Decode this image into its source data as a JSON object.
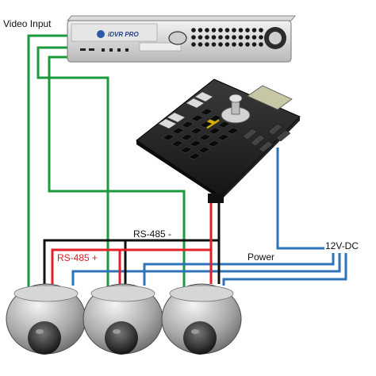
{
  "labels": {
    "video_input": "Video Input",
    "rs485_minus": "RS-485 -",
    "rs485_plus": "RS-485 +",
    "power": "Power",
    "supply": "12V-DC"
  },
  "dvr": {
    "brand": "iDVR PRO"
  },
  "wire_colors": {
    "video": "#1a9a3c",
    "rs485_minus": "#111111",
    "rs485_plus": "#e41f25",
    "power": "#2c73b8"
  },
  "devices": [
    "dvr",
    "ptz-keyboard-controller",
    "dome-camera-1",
    "dome-camera-2",
    "dome-camera-3"
  ]
}
